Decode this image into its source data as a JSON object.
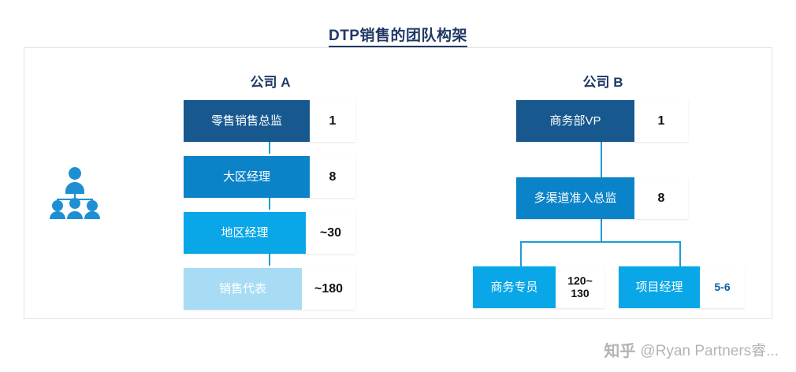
{
  "title": "DTP销售的团队构架",
  "columns": [
    {
      "id": "company-a",
      "label": "公司 A"
    },
    {
      "id": "company-b",
      "label": "公司 B"
    }
  ],
  "company_a": {
    "nodes": [
      {
        "label": "零售销售总监",
        "count": "1",
        "color": "#17598f"
      },
      {
        "label": "大区经理",
        "count": "8",
        "color": "#0b83c8"
      },
      {
        "label": "地区经理",
        "count": "~30",
        "color": "#09a7e8"
      },
      {
        "label": "销售代表",
        "count": "~180",
        "color": "#a8dcf5"
      }
    ]
  },
  "company_b": {
    "nodes": [
      {
        "label": "商务部VP",
        "count": "1",
        "color": "#17598f"
      },
      {
        "label": "多渠道准入总监",
        "count": "8",
        "color": "#0b83c8"
      },
      {
        "label": "商务专员",
        "count": "120~\n130",
        "color": "#09a7e8"
      },
      {
        "label": "项目经理",
        "count": "5-6",
        "color": "#09a7e8"
      }
    ]
  },
  "icons": {
    "people": "people-group-icon"
  },
  "watermark": {
    "zh": "知乎",
    "text": "@Ryan Partners睿..."
  },
  "colors": {
    "title": "#1f3864",
    "connector": "#1f9cd6",
    "frame_border": "#e3e3e3",
    "icon": "#1f8fd4"
  }
}
